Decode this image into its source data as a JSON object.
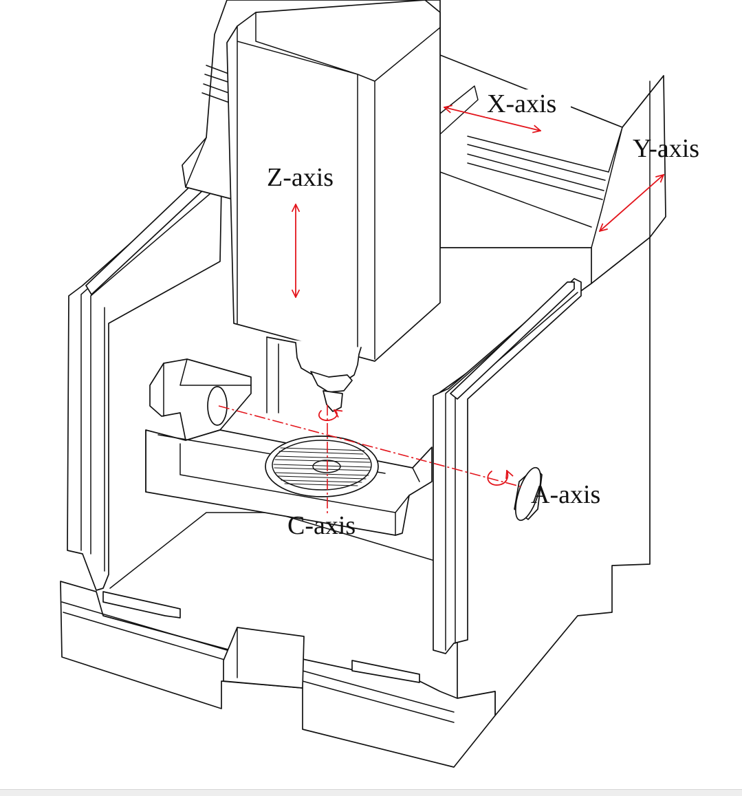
{
  "diagram": {
    "labels": {
      "x_axis": "X-axis",
      "y_axis": "Y-axis",
      "z_axis": "Z-axis",
      "a_axis": "A-axis",
      "c_axis": "C-axis"
    },
    "colors": {
      "line": "#111111",
      "axis_arrow": "#e3141b",
      "background": "#ffffff"
    }
  }
}
